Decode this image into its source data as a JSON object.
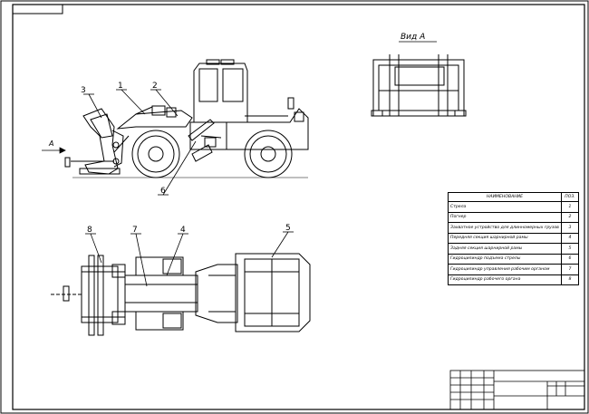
{
  "view_title": "Вид А",
  "arrow_label": "А",
  "callouts": {
    "c1": "1",
    "c2": "2",
    "c3": "3",
    "c4": "4",
    "c5": "5",
    "c6": "6",
    "c7": "7",
    "c8": "8"
  },
  "spec_table": {
    "header_name": "НАИМЕНОВАНИЕ",
    "header_pos": "ПОЗ.",
    "rows": [
      {
        "name": "Стрела",
        "pos": "1"
      },
      {
        "name": "Погнер",
        "pos": "2"
      },
      {
        "name": "Захватное устройство для длинномерных грузов",
        "pos": "3"
      },
      {
        "name": "Передняя секция шарнирной рамы",
        "pos": "4"
      },
      {
        "name": "Задняя секция шарнирной рамы",
        "pos": "5"
      },
      {
        "name": "Гидроцилиндр подъема стрелы",
        "pos": "6"
      },
      {
        "name": "Гидроцилиндр управления рабочим органом",
        "pos": "7"
      },
      {
        "name": "Гидроцилиндр рабочего органа",
        "pos": "8"
      }
    ]
  }
}
